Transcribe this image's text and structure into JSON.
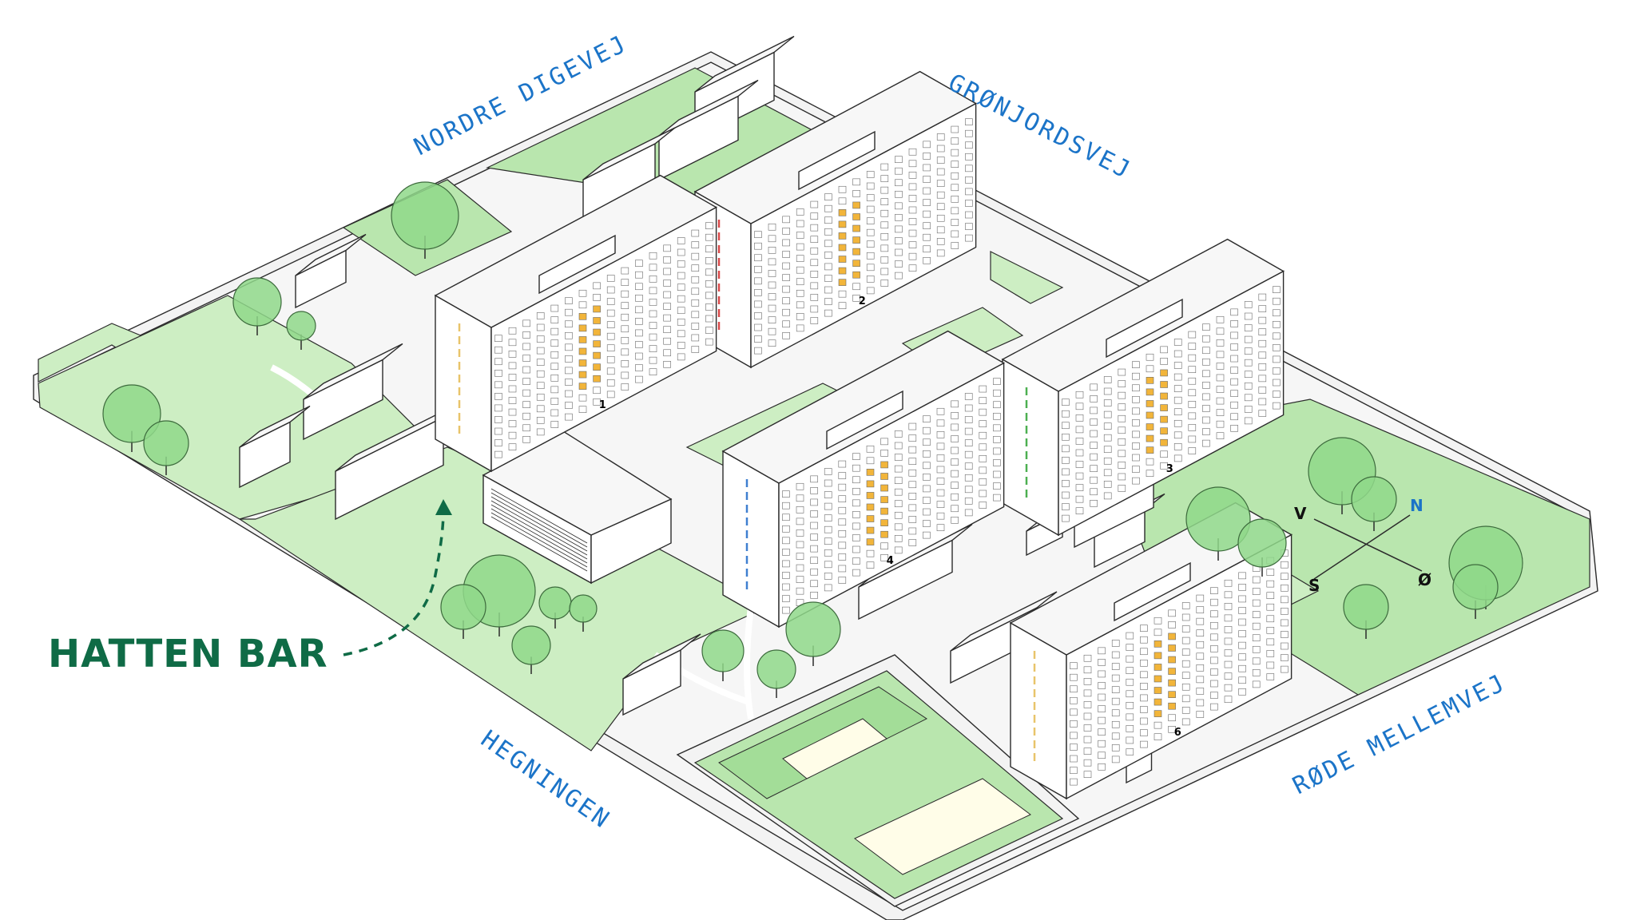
{
  "streets": {
    "north_west": "NORDRE DIGEVEJ",
    "north_east": "GRØNJORDSVEJ",
    "south_west": "HEGNINGEN",
    "south_east": "RØDE MELLEMVEJ"
  },
  "poi": {
    "label": "HATTEN BAR",
    "color": "#0f6b46"
  },
  "compass": {
    "north": "N",
    "south": "S",
    "east": "Ø",
    "west": "V",
    "north_color": "#1b74c8"
  },
  "buildings": [
    {
      "number": "1",
      "accent": "#e8c46a"
    },
    {
      "number": "2",
      "accent": "#d94a4a"
    },
    {
      "number": "3",
      "accent": "#4caf50"
    },
    {
      "number": "4",
      "accent": "#3f7fd0"
    },
    {
      "number": "6",
      "accent": "#e8c46a"
    }
  ],
  "colors": {
    "street_label": "#1b74c8",
    "grass": "#b9e6ae",
    "window_highlight": "#f2b53a"
  }
}
